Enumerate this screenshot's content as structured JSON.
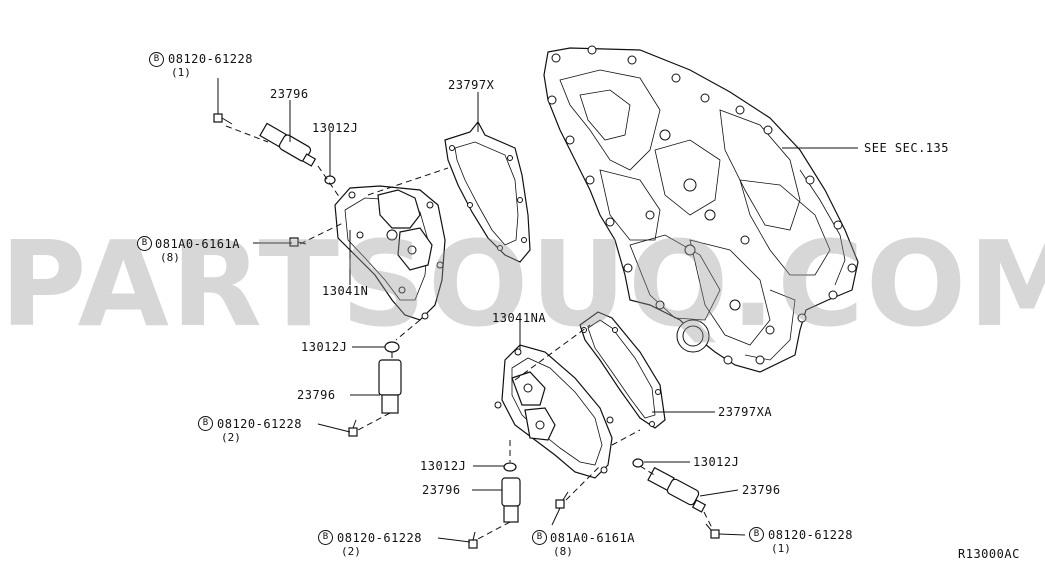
{
  "diagram_code": "R13000AC",
  "watermark": "PARTSOUQ.COM",
  "bolt_symbol": "B",
  "labels": {
    "bolt_a_top": {
      "code": "08120-61228",
      "qty": "(1)"
    },
    "sensor_top": "23796",
    "oring_top": "13012J",
    "gasket_top": "23797X",
    "see_sec": "SEE SEC.135",
    "bolt_b_left": {
      "code": "081A0-6161A",
      "qty": "(8)"
    },
    "cover_left": "13041N",
    "oring_mid_left": "13012J",
    "sensor_mid_left": "23796",
    "bolt_a_mid_left": {
      "code": "08120-61228",
      "qty": "(2)"
    },
    "cover_right": "13041NA",
    "gasket_right": "23797XA",
    "oring_low_center": "13012J",
    "oring_low_right": "13012J",
    "sensor_low_center": "23796",
    "sensor_low_right": "23796",
    "bolt_a_bottom_left": {
      "code": "08120-61228",
      "qty": "(2)"
    },
    "bolt_b_bottom": {
      "code": "081A0-6161A",
      "qty": "(8)"
    },
    "bolt_a_bottom_right": {
      "code": "08120-61228",
      "qty": "(1)"
    }
  }
}
